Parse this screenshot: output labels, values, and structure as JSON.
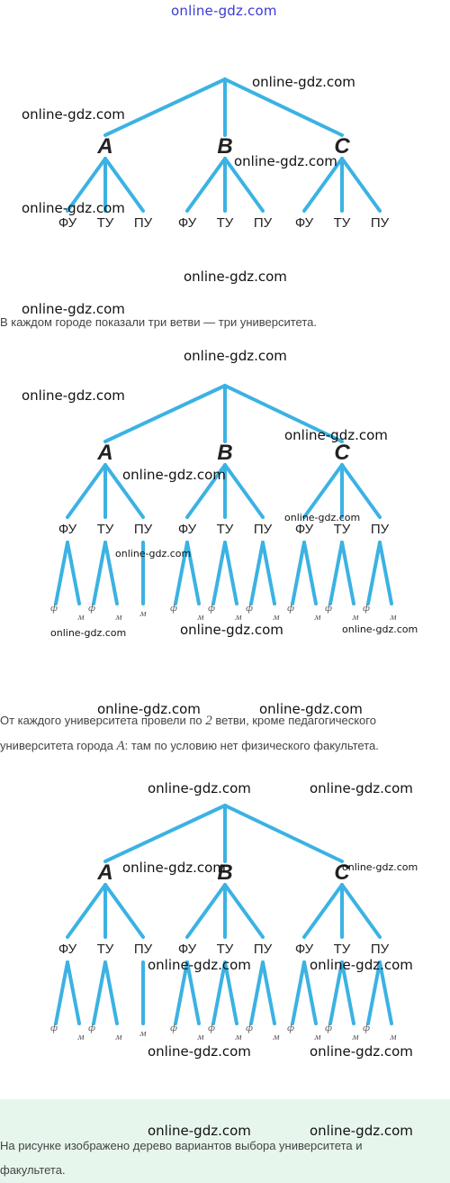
{
  "site_watermark": "online-gdz.com",
  "city_labels": [
    "A",
    "B",
    "C"
  ],
  "university_labels": [
    "ФУ",
    "ТУ",
    "ПУ"
  ],
  "faculty_labels": {
    "physics": "ф",
    "math": "м"
  },
  "captions": {
    "c1": "В каждом городе показали три ветви — три университета.",
    "c2_part1": "От каждого университета провели по ",
    "c2_num": "2",
    "c2_part2": " ветви, кроме педагогического университета города ",
    "c2_city": "A",
    "c2_part3": ": там по условию нет физического факультета.",
    "c3": "На рисунке изображено дерево вариантов выбора университета и факультета."
  },
  "colors": {
    "branch": "#3bb2e3",
    "panel": "#e6f6ec",
    "watermark_top": "#3a3ad6"
  }
}
